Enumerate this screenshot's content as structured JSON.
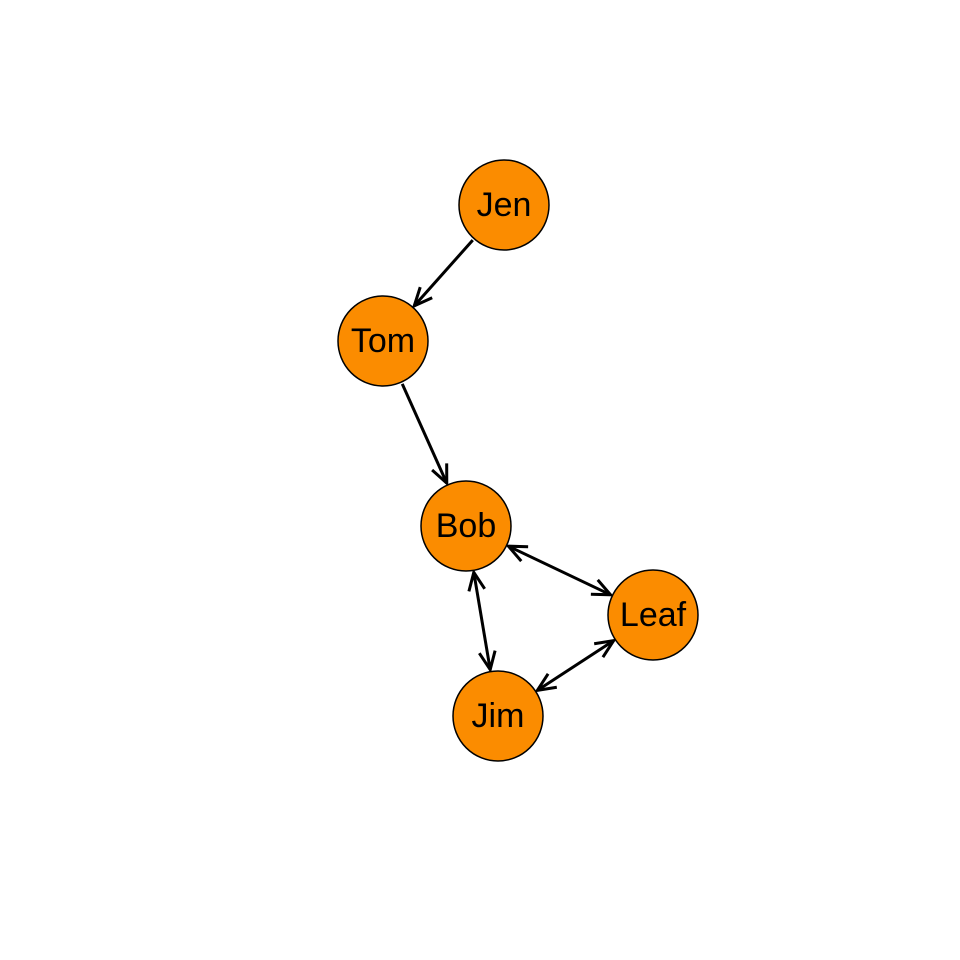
{
  "diagram": {
    "node_fill": "#FB8C00",
    "node_stroke": "#000000",
    "edge_color": "#000000",
    "nodes": [
      {
        "id": "jen",
        "label": "Jen"
      },
      {
        "id": "tom",
        "label": "Tom"
      },
      {
        "id": "bob",
        "label": "Bob"
      },
      {
        "id": "leaf",
        "label": "Leaf"
      },
      {
        "id": "jim",
        "label": "Jim"
      }
    ],
    "edges": [
      {
        "from": "jen",
        "to": "tom",
        "direction": "forward"
      },
      {
        "from": "tom",
        "to": "bob",
        "direction": "forward"
      },
      {
        "from": "bob",
        "to": "leaf",
        "direction": "both"
      },
      {
        "from": "bob",
        "to": "jim",
        "direction": "both"
      },
      {
        "from": "jim",
        "to": "leaf",
        "direction": "both"
      }
    ]
  }
}
